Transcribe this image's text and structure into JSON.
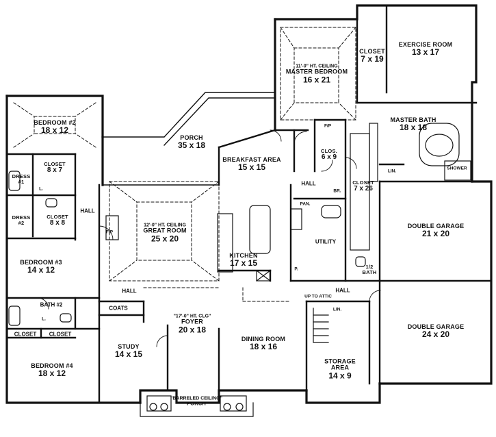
{
  "rooms": {
    "exercise": {
      "name": "EXERCISE ROOM",
      "dims": "13 x 17"
    },
    "closet_mb": {
      "name": "CLOSET",
      "dims": "7 x 19"
    },
    "master_bedroom": {
      "note": "11'-0\" HT. CEILING",
      "name": "MASTER BEDROOM",
      "dims": "16 x 21"
    },
    "master_bath": {
      "name": "MASTER BATH",
      "dims": "18 x 18"
    },
    "bedroom2": {
      "name": "BEDROOM #2",
      "dims": "18 x 12"
    },
    "porch_rear": {
      "name": "PORCH",
      "dims": "35 x 18"
    },
    "breakfast": {
      "name": "BREAKFAST AREA",
      "dims": "15 x 15"
    },
    "clos": {
      "name": "CLOS.",
      "dims": "6 x 9"
    },
    "closet_hall": {
      "name": "CLOSET",
      "dims": "7 x 26"
    },
    "dress1": {
      "name": "DRESS",
      "sub": "#1"
    },
    "closet_b2": {
      "name": "CLOSET",
      "dims": "8 x 7"
    },
    "dress2": {
      "name": "DRESS",
      "sub": "#2"
    },
    "closet_b3": {
      "name": "CLOSET",
      "dims": "8 x 8"
    },
    "great_room": {
      "note": "12'-0\" HT. CEILING",
      "name": "GREAT ROOM",
      "dims": "25 x 20"
    },
    "garage_double1": {
      "name": "DOUBLE GARAGE",
      "dims": "21 x 20"
    },
    "kitchen": {
      "name": "KITCHEN",
      "dims": "17 x 15"
    },
    "bedroom3": {
      "name": "BEDROOM #3",
      "dims": "14 x 12"
    },
    "half_bath": {
      "name": "1/2",
      "sub": "BATH"
    },
    "foyer": {
      "note": "\"17'-0\" HT. CLG\"",
      "name": "FOYER",
      "dims": "20 x 18"
    },
    "garage_double2": {
      "name": "DOUBLE GARAGE",
      "dims": "24 x 20"
    },
    "dining": {
      "name": "DINING ROOM",
      "dims": "18 x 16"
    },
    "study": {
      "name": "STUDY",
      "dims": "14 x 15"
    },
    "bedroom4": {
      "name": "BEDROOM #4",
      "dims": "18 x 12"
    },
    "storage": {
      "name": "STORAGE",
      "sub": "AREA",
      "dims": "14 x 9"
    },
    "porch_front": {
      "note": "\"BARRELED CEILING\"",
      "name": "PORCH"
    }
  },
  "tags": {
    "fp_top": "F/P",
    "hall_upper": "HALL",
    "pan": "PAN.",
    "br": "BR.",
    "lin_top": "LIN.",
    "shower": "SHOWER",
    "l1": "L.",
    "fp_left": "F/P",
    "hall_left": "HALL",
    "utility": "UTILITY",
    "p": "P.",
    "hall_low": "HALL",
    "hall_right": "HALL",
    "coats": "COATS",
    "up_to_attic": "UP TO ATTIC",
    "lin_low": "LIN.",
    "bath2": "BATH #2",
    "l2": "L.",
    "closet_a": "CLOSET",
    "closet_b": "CLOSET"
  }
}
